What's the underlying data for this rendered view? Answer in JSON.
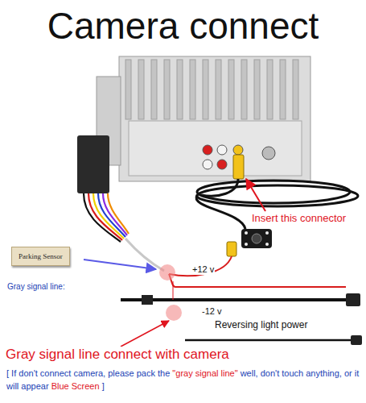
{
  "diagram": {
    "title": "Camera connect",
    "nodes": [
      {
        "text": [
          "Parking Sensor"
        ]
      }
    ],
    "labels": [
      "Gray signal line:",
      "Insert this connector",
      "+12 v",
      "-12 v",
      "Reversing light power",
      "Gray signal line connect with camera",
      "[ If don't connect camera, please pack the",
      "\"gray signal line\"",
      "well, don't touch anything, or it will appear",
      "Blue Screen",
      "]"
    ]
  }
}
